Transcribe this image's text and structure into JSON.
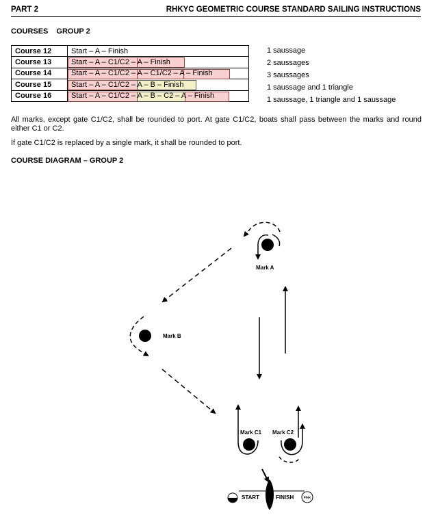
{
  "header": {
    "left": "PART 2",
    "right": "RHKYC GEOMETRIC COURSE STANDARD SAILING INSTRUCTIONS"
  },
  "courses_title": {
    "a": "COURSES",
    "b": "GROUP 2"
  },
  "courses": [
    {
      "name": "Course 12",
      "route": "Start – A – Finish",
      "desc": "1 saussage"
    },
    {
      "name": "Course 13",
      "route": "Start – A – C1/C2 – A – Finish",
      "desc": "2 saussages"
    },
    {
      "name": "Course 14",
      "route": "Start – A – C1/C2 – A – C1/C2 – A – Finish",
      "desc": "3 saussages"
    },
    {
      "name": "Course 15",
      "route": "Start – A – C1/C2 – A – B – Finish",
      "desc": "1 saussage and 1 triangle"
    },
    {
      "name": "Course 16",
      "route": "Start – A – C1/C2 – A – B – C2 – A – Finish",
      "desc": "1 saussage, 1 triangle and 1 saussage"
    }
  ],
  "para1": "All marks, except gate C1/C2, shall be rounded to port. At gate C1/C2, boats shall pass between the marks and round either C1 or C2.",
  "para2": "If gate C1/C2 is replaced by a single mark, it shall be rounded to port.",
  "diagram_title": "COURSE DIAGRAM – GROUP 2",
  "diagram": {
    "mark_a": "Mark A",
    "mark_b": "Mark B",
    "mark_c1": "Mark C1",
    "mark_c2": "Mark C2",
    "start": "START",
    "finish": "FINISH",
    "pink": "PINK"
  }
}
